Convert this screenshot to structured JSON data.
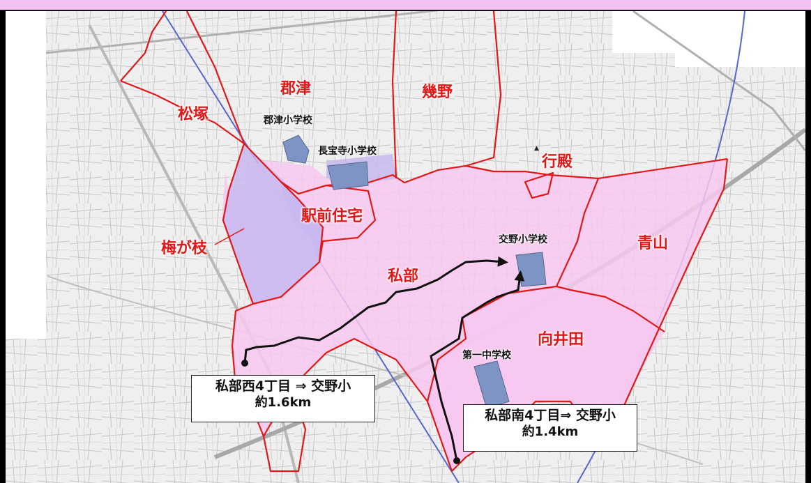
{
  "districts": {
    "matsuzuka": "松塚",
    "koozu": "郡津",
    "ikuno": "幾野",
    "gyoden": "行殿",
    "ekimae": "駅前住宅",
    "umegae": "梅が枝",
    "kisabe": "私部",
    "aoyama": "青山",
    "mukaida": "向井田"
  },
  "schools": {
    "koozu_elem": "郡津小学校",
    "chohoji_elem": "長宝寺小学校",
    "katano_elem": "交野小学校",
    "daiichi_jhs": "第一中学校"
  },
  "routes": {
    "west": {
      "line1": "私部西4丁目 ⇒ 交野小",
      "line2": "約1.6km"
    },
    "south": {
      "line1": "私部南4丁目⇒ 交野小",
      "line2": "約1.4km"
    }
  },
  "colors": {
    "boundary": "#e01818",
    "district_fill": "#f8c8f0",
    "purple_fill": "#c8b8f0",
    "school_fill": "#7e94c4",
    "route": "#111111",
    "header_band": "#f3c0f3"
  },
  "icons": {
    "north": "north-arrow-icon"
  }
}
